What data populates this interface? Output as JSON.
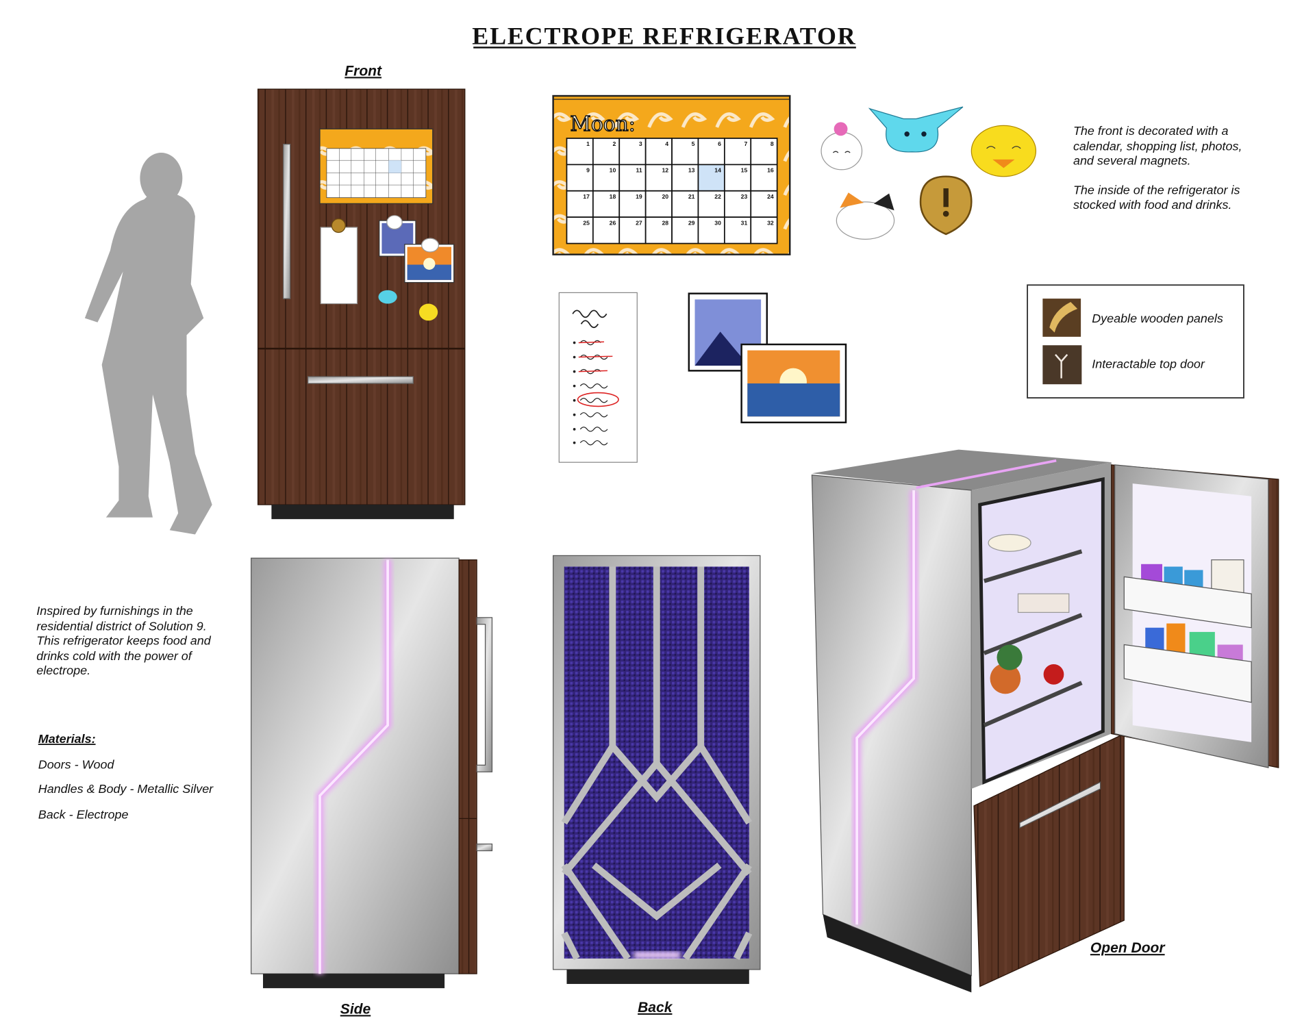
{
  "title": "ELECTROPE REFRIGERATOR",
  "views": {
    "front": "Front",
    "side": "Side",
    "back": "Back",
    "open_door": "Open Door"
  },
  "notes_right": [
    "The front is decorated with a",
    "calendar, shopping list, photos,",
    "and several magnets.",
    "The inside of the refrigerator is",
    "stocked with food and drinks."
  ],
  "notes_left": [
    "Inspired by furnishings in the",
    "residential district of Solution 9.",
    "This refrigerator keeps food and",
    "drinks cold with the power of",
    "electrope."
  ],
  "materials": {
    "heading": "Materials:",
    "items": [
      "Doors - Wood",
      "Handles & Body - Metallic Silver",
      "Back - Electrope"
    ]
  },
  "legend": [
    {
      "icon": "dye-icon",
      "label": "Dyeable wooden panels"
    },
    {
      "icon": "door-interact-icon",
      "label": "Interactable top door"
    }
  ],
  "calendar": {
    "title": "Moon:",
    "days": [
      "1",
      "2",
      "3",
      "4",
      "5",
      "6",
      "7",
      "8",
      "9",
      "10",
      "11",
      "12",
      "13",
      "14",
      "15",
      "16",
      "17",
      "18",
      "19",
      "20",
      "21",
      "22",
      "23",
      "24",
      "25",
      "26",
      "27",
      "28",
      "29",
      "30",
      "31",
      "32"
    ],
    "highlighted_day": "14"
  },
  "colors": {
    "wood": "#5a3422",
    "silver": "#b4b4b4",
    "glow": "#e8a4f4",
    "electrope": "#3a2a8a",
    "calendar": "#f4a81c"
  }
}
